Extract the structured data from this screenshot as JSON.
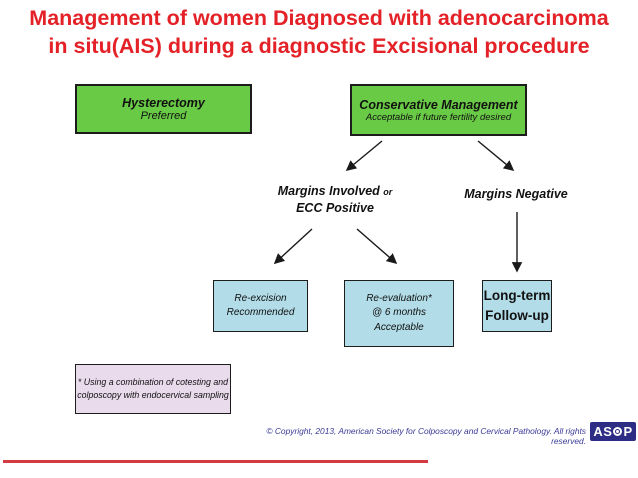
{
  "slide": {
    "title_line1": "Management of women Diagnosed with adenocarcinoma",
    "title_line2": "in situ(AIS) during a diagnostic Excisional procedure"
  },
  "flowchart": {
    "hysterectomy": {
      "line1": "Hysterectomy",
      "line2": "Preferred"
    },
    "conservative": {
      "line1": "Conservative Management",
      "line2": "Acceptable if future fertility desired"
    },
    "margins_involved": {
      "main": "Margins Involved",
      "suffix": "or",
      "line2": "ECC Positive"
    },
    "margins_negative": "Margins Negative",
    "reexcision": {
      "line1": "Re-excision",
      "line2": "Recommended"
    },
    "reevaluation": {
      "line1": "Re-evaluation*",
      "line2": "@ 6 months",
      "line3": "Acceptable"
    },
    "longterm": {
      "line1": "Long-term",
      "line2": "Follow-up"
    },
    "footnote": {
      "line1": "* Using a combination of cotesting and",
      "line2": "colposcopy with endocervical sampling"
    }
  },
  "footer": {
    "copyright": "© Copyright, 2013, American Society for Colposcopy and Cervical Pathology. All rights reserved.",
    "logo": {
      "left": "AS",
      "circle_letter": "C",
      "right": "P"
    }
  },
  "colors": {
    "title_red": "#e32127",
    "box_green": "#69ca45",
    "box_blue": "#b2dde8",
    "box_lavender": "#e9daec",
    "footer_navy": "#3a3a97",
    "logo_navy": "#2e2d85",
    "divider_red": "#d23b44",
    "arrow_black": "#1a1a1a"
  }
}
